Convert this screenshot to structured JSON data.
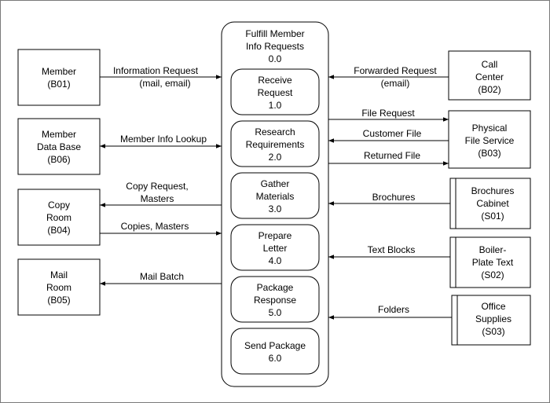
{
  "process": {
    "title_lines": [
      "Fulfill Member",
      "Info Requests"
    ],
    "id": "0.0",
    "subprocesses": [
      {
        "lines": [
          "Receive",
          "Request"
        ],
        "id": "1.0"
      },
      {
        "lines": [
          "Research",
          "Requirements"
        ],
        "id": "2.0"
      },
      {
        "lines": [
          "Gather",
          "Materials"
        ],
        "id": "3.0"
      },
      {
        "lines": [
          "Prepare",
          "Letter"
        ],
        "id": "4.0"
      },
      {
        "lines": [
          "Package",
          "Response"
        ],
        "id": "5.0"
      },
      {
        "lines": [
          "Send Package"
        ],
        "id": "6.0"
      }
    ]
  },
  "entities": {
    "member": {
      "lines": [
        "Member"
      ],
      "id": "(B01)"
    },
    "member_db": {
      "lines": [
        "Member",
        "Data Base"
      ],
      "id": "(B06)"
    },
    "copy_room": {
      "lines": [
        "Copy",
        "Room"
      ],
      "id": "(B04)"
    },
    "mail_room": {
      "lines": [
        "Mail",
        "Room"
      ],
      "id": "(B05)"
    },
    "call_center": {
      "lines": [
        "Call",
        "Center"
      ],
      "id": "(B02)"
    },
    "file_service": {
      "lines": [
        "Physical",
        "File Service"
      ],
      "id": "(B03)"
    }
  },
  "stores": {
    "brochures": {
      "lines": [
        "Brochures",
        "Cabinet"
      ],
      "id": "(S01)"
    },
    "boilerplate": {
      "lines": [
        "Boiler-",
        "Plate Text"
      ],
      "id": "(S02)"
    },
    "supplies": {
      "lines": [
        "Office",
        "Supplies"
      ],
      "id": "(S03)"
    }
  },
  "flows": {
    "info_request": [
      "Information Request",
      "(mail, email)"
    ],
    "member_lookup": [
      "Member Info Lookup"
    ],
    "copy_request": [
      "Copy Request,",
      "Masters"
    ],
    "copies_masters": [
      "Copies, Masters"
    ],
    "mail_batch": [
      "Mail Batch"
    ],
    "forwarded_request": [
      "Forwarded Request",
      "(email)"
    ],
    "file_request": [
      "File Request"
    ],
    "customer_file": [
      "Customer File"
    ],
    "returned_file": [
      "Returned File"
    ],
    "brochures": [
      "Brochures"
    ],
    "text_blocks": [
      "Text Blocks"
    ],
    "folders": [
      "Folders"
    ]
  }
}
